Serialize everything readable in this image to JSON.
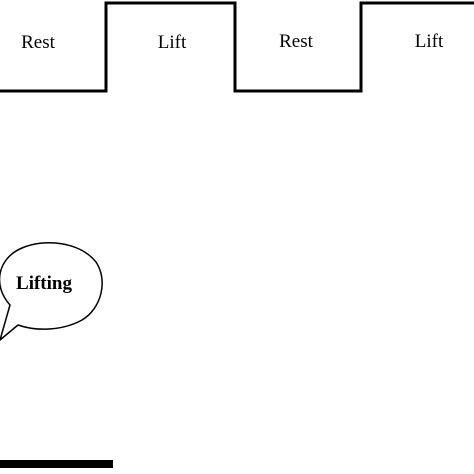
{
  "timeline": {
    "phases": [
      {
        "label": "Rest",
        "level": "low"
      },
      {
        "label": "Lift",
        "level": "high"
      },
      {
        "label": "Rest",
        "level": "low"
      },
      {
        "label": "Lift",
        "level": "high"
      }
    ],
    "stroke_color": "#000000"
  },
  "speech_bubble": {
    "text": "Lifting",
    "fill_color": "#ffffff",
    "stroke_color": "#000000"
  },
  "baseline_bar": {
    "color": "#000000"
  }
}
